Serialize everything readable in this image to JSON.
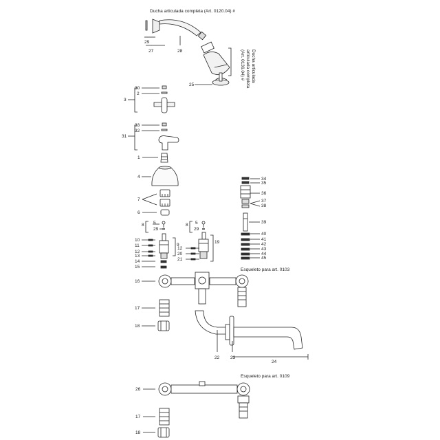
{
  "titles": {
    "shower_complete": "Ducha articulada completa (Art. 0120.04) #",
    "shower_articulated_1": "Ducha articulada",
    "shower_articulated_2": "articulada completa",
    "shower_articulated_3": "(Art. 0136.04) #",
    "skeleton_0103": "Esqueleto para art. 0103",
    "skeleton_0109": "Esqueleto para art. 0109"
  },
  "callouts": {
    "n29a": "29",
    "n27": "27",
    "n28": "28",
    "n25": "25",
    "n30": "30",
    "n2": "2",
    "n3": "3",
    "n33": "33",
    "n32": "32",
    "n31": "31",
    "n1": "1",
    "n4": "4",
    "n7": "7",
    "n6": "6",
    "n8a": "8",
    "n5a": "5",
    "n29b": "29",
    "n8b": "8",
    "n5b": "5",
    "n29c": "29",
    "n10": "10",
    "n11": "11",
    "n9": "9",
    "n12a": "12",
    "n13": "13",
    "n14": "14",
    "n15": "15",
    "n12b": "12",
    "n20": "20",
    "n21": "21",
    "n19": "19",
    "n34": "34",
    "n35": "35",
    "n36": "36",
    "n37": "37",
    "n38": "38",
    "n39": "39",
    "n40": "40",
    "n41": "41",
    "n42": "42",
    "n43": "43",
    "n44": "44",
    "n45": "45",
    "n16": "16",
    "n17a": "17",
    "n18a": "18",
    "n22": "22",
    "n23": "23",
    "n24": "24",
    "n26": "26",
    "n17b": "17",
    "n18b": "18"
  }
}
